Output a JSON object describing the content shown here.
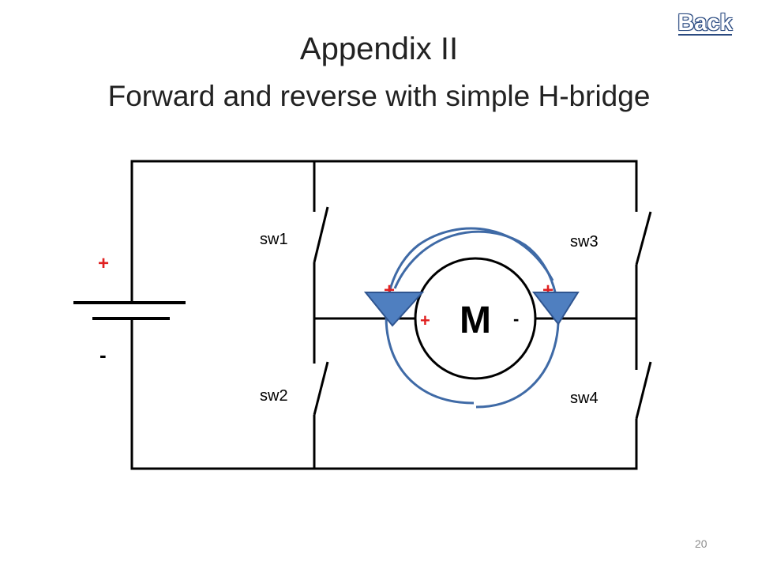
{
  "navigation": {
    "back_label": "Back"
  },
  "title": {
    "main": "Appendix II",
    "sub": "Forward and reverse with simple H-bridge"
  },
  "battery": {
    "plus": "+",
    "minus": "-"
  },
  "switches": {
    "sw1": "sw1",
    "sw2": "sw2",
    "sw3": "sw3",
    "sw4": "sw4"
  },
  "motor": {
    "label": "M",
    "terminal_left": "+",
    "terminal_right": "-",
    "node_left_marker": "+",
    "node_right_marker": "+"
  },
  "page_number": "20",
  "colors": {
    "wire": "#000000",
    "polarity": "#e02020",
    "arrow": "#3f6aa6",
    "arrow_fill": "#4f7fc0"
  }
}
